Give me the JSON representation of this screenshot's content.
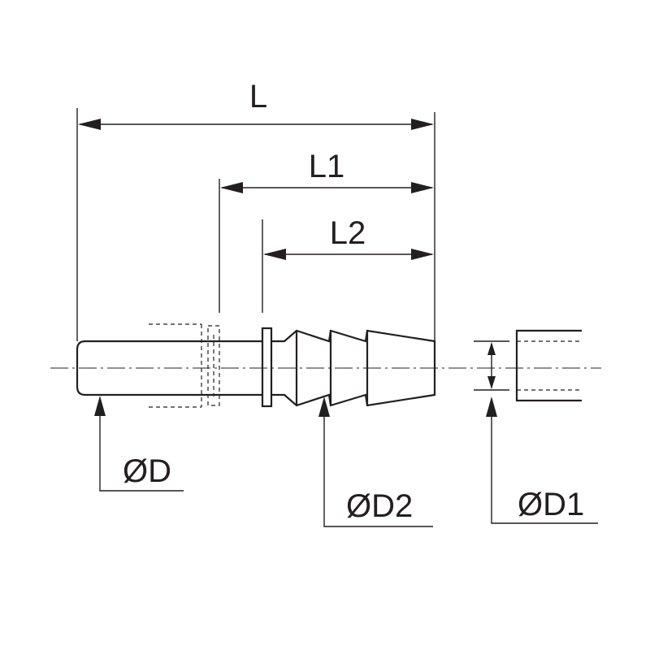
{
  "dimensions": {
    "overall_length": "L",
    "length_1": "L1",
    "length_2": "L2",
    "diameter": "ØD",
    "diameter_2": "ØD2",
    "diameter_1": "ØD1"
  },
  "colors": {
    "line": "#231f20",
    "background": "#ffffff"
  }
}
